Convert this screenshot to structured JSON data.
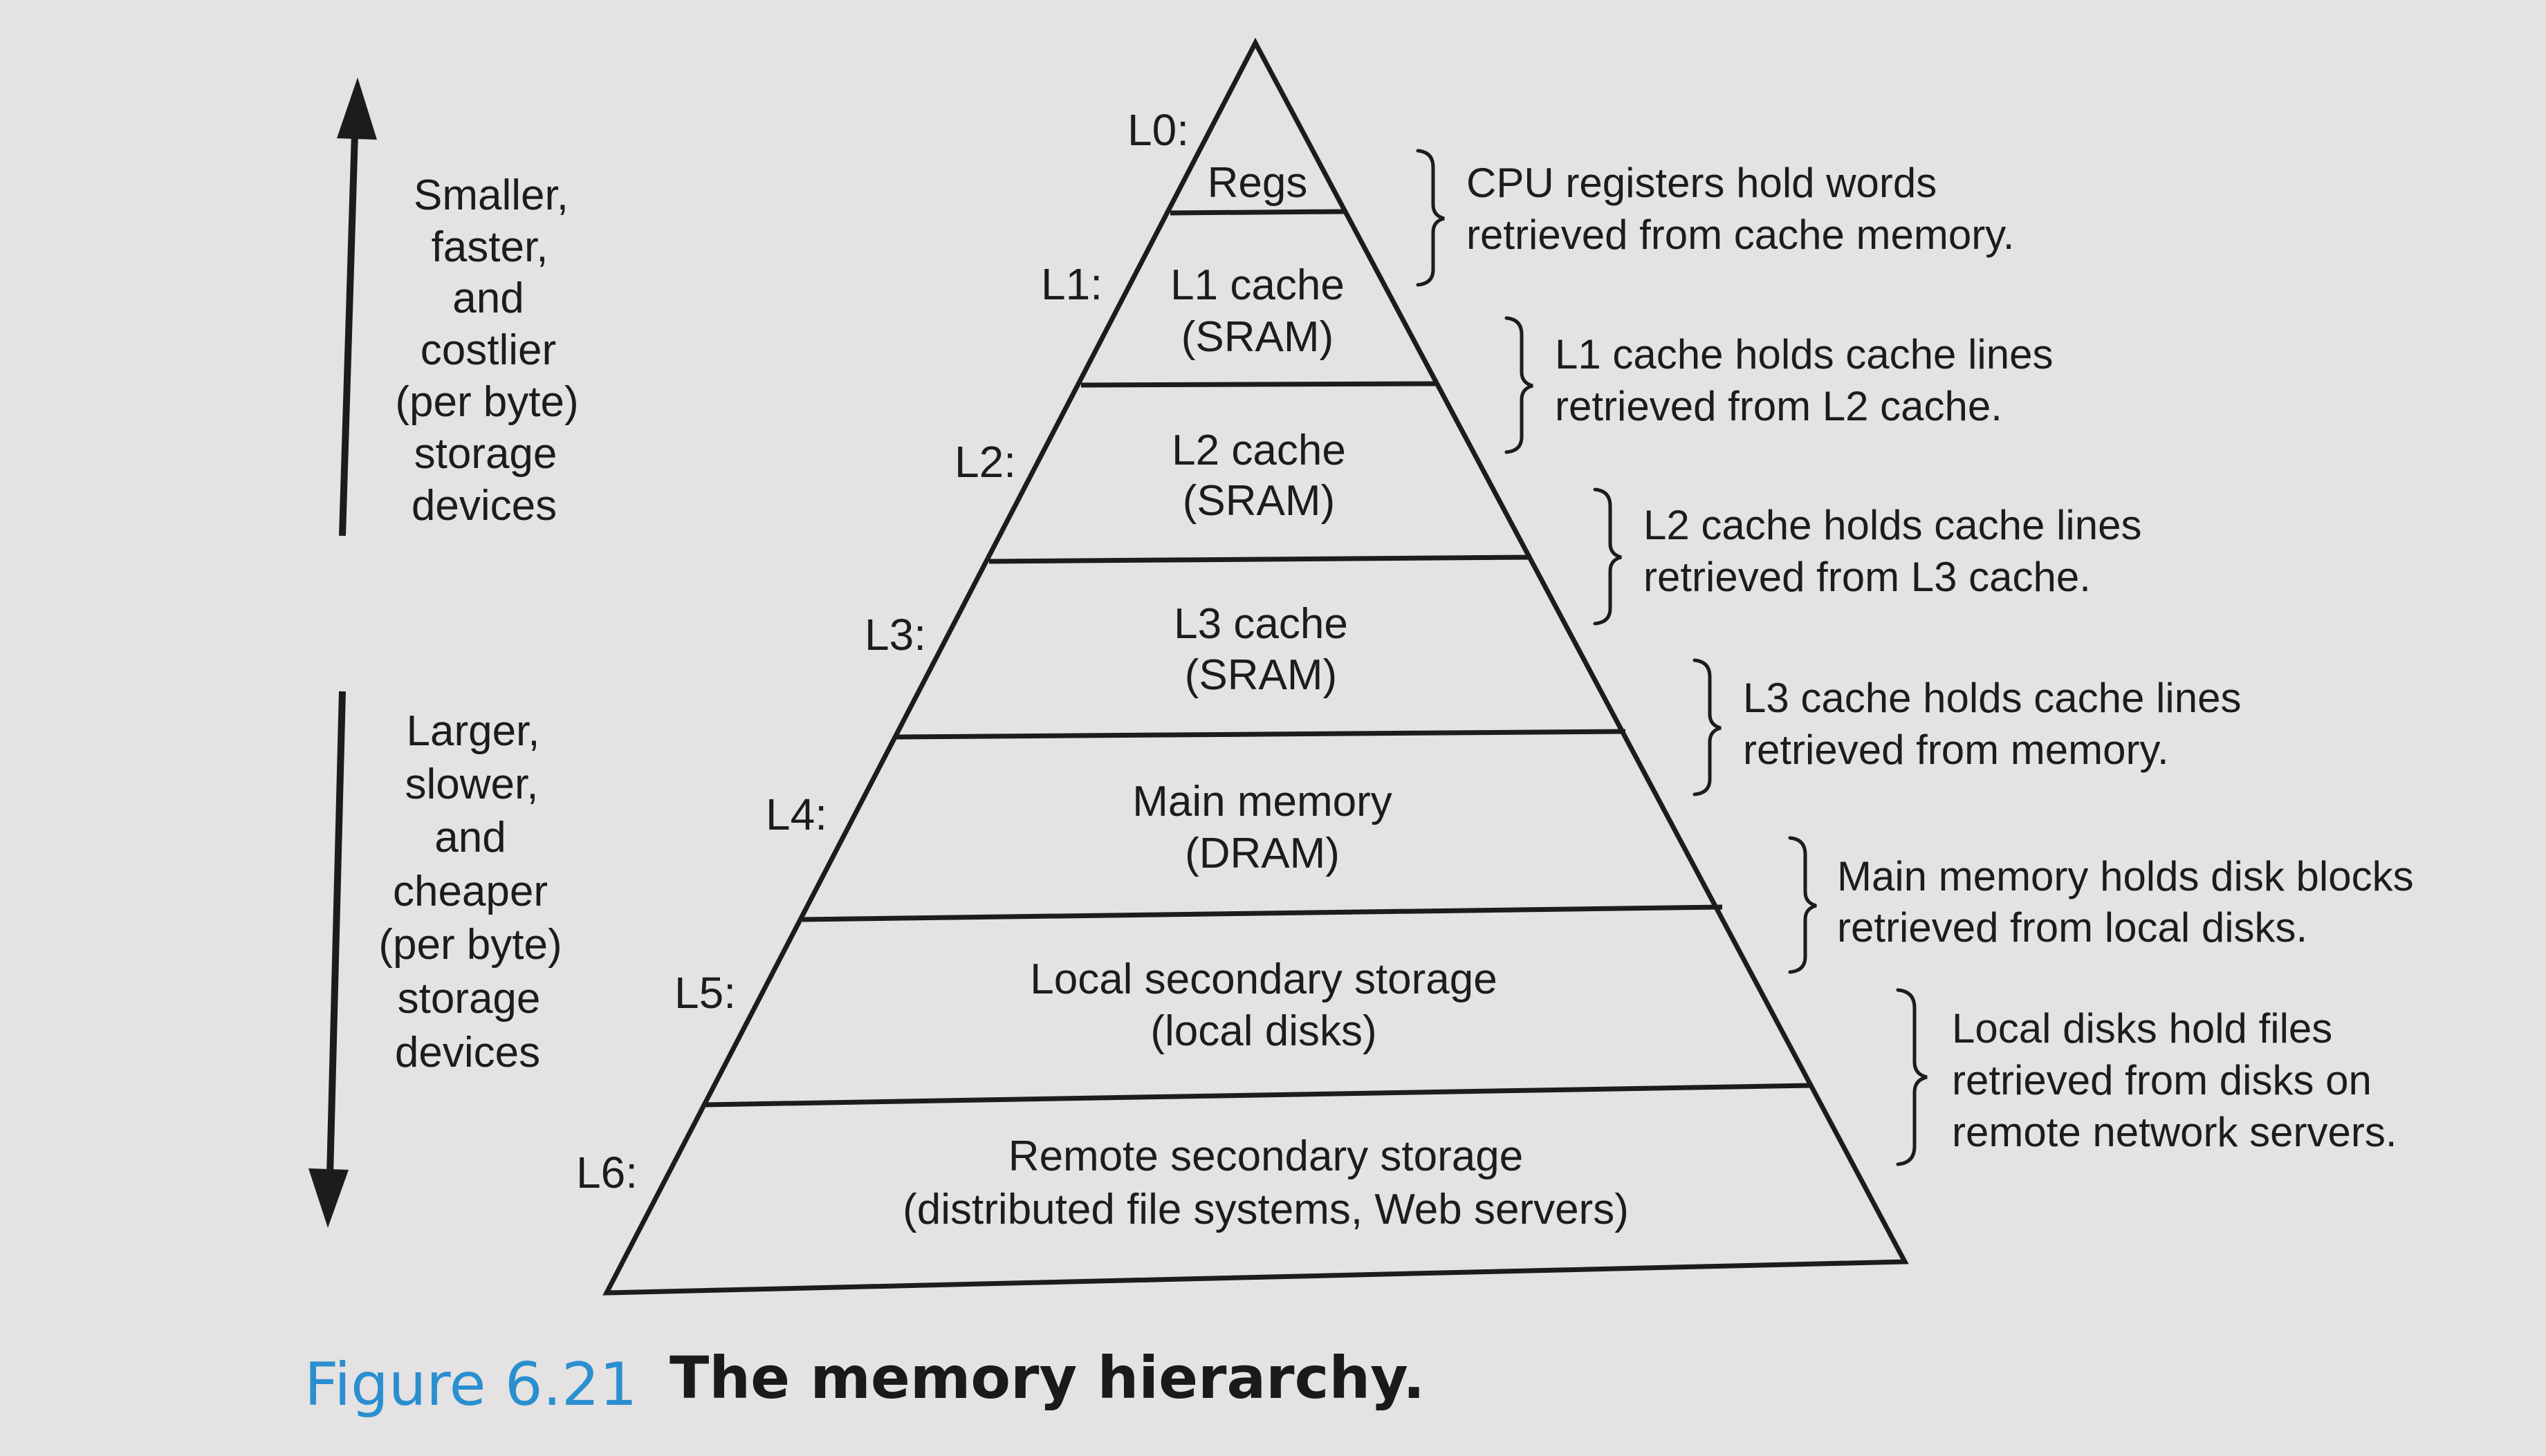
{
  "tiers": [
    {
      "level": "L0:",
      "lines": [
        "Regs"
      ]
    },
    {
      "level": "L1:",
      "lines": [
        "L1 cache",
        "(SRAM)"
      ]
    },
    {
      "level": "L2:",
      "lines": [
        "L2 cache",
        "(SRAM)"
      ]
    },
    {
      "level": "L3:",
      "lines": [
        "L3 cache",
        "(SRAM)"
      ]
    },
    {
      "level": "L4:",
      "lines": [
        "Main memory",
        "(DRAM)"
      ]
    },
    {
      "level": "L5:",
      "lines": [
        "Local secondary storage",
        "(local disks)"
      ]
    },
    {
      "level": "L6:",
      "lines": [
        "Remote secondary storage",
        "(distributed file systems, Web servers)"
      ]
    }
  ],
  "annotations": [
    {
      "lines": [
        "CPU registers hold words",
        "retrieved from cache memory."
      ]
    },
    {
      "lines": [
        "L1 cache holds cache lines",
        "retrieved from L2 cache."
      ]
    },
    {
      "lines": [
        "L2 cache holds cache lines",
        "retrieved from L3 cache."
      ]
    },
    {
      "lines": [
        "L3 cache holds cache lines",
        "retrieved from memory."
      ]
    },
    {
      "lines": [
        "Main memory holds disk blocks",
        "retrieved from local disks."
      ]
    },
    {
      "lines": [
        "Local disks hold files",
        "retrieved from disks on",
        "remote network servers."
      ]
    }
  ],
  "side_labels": {
    "top": [
      "Smaller,",
      "faster,",
      "and",
      "costlier",
      "(per byte)",
      "storage",
      "devices"
    ],
    "bottom": [
      "Larger,",
      "slower,",
      "and",
      "cheaper",
      "(per byte)",
      "storage",
      "devices"
    ]
  },
  "caption": {
    "number": "Figure 6.21",
    "title": "The memory hierarchy."
  },
  "colors": {
    "caption_number": "#2a8fd0",
    "ink": "#1c1c1c",
    "paper": "#e4e2e2"
  }
}
